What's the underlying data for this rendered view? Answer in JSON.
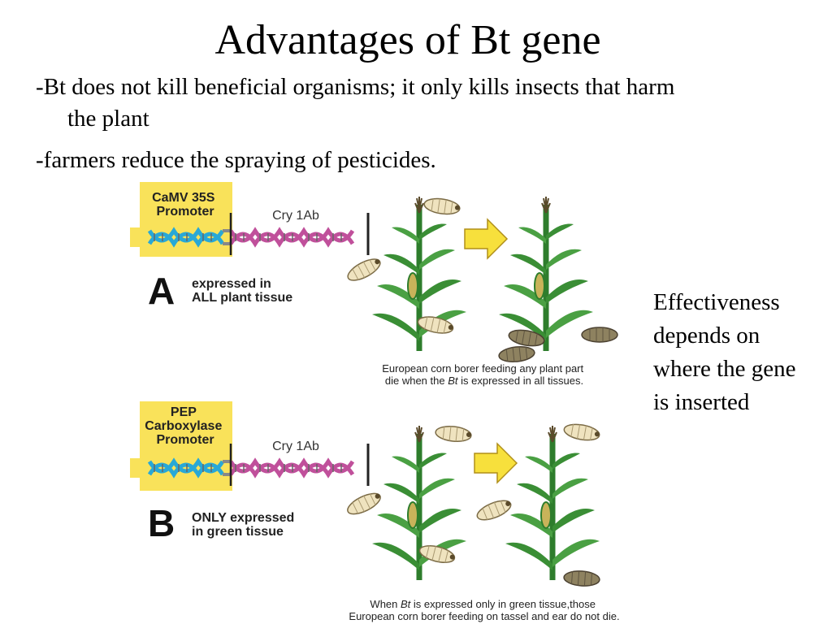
{
  "title": "Advantages of Bt gene",
  "bullets": [
    {
      "line1": "-Bt does not kill beneficial organisms; it only kills insects that harm",
      "line2": "the plant"
    },
    {
      "line1": "-farmers reduce the spraying of pesticides."
    }
  ],
  "side_note": [
    "Effectiveness",
    "depends on",
    "where the gene",
    "is inserted"
  ],
  "panels": [
    {
      "promoter_lines": [
        "CaMV 35S",
        "Promoter"
      ],
      "gene_label": "Cry 1Ab",
      "letter": "A",
      "expression_lines": [
        "expressed in",
        "ALL plant tissue"
      ],
      "caption_lines": [
        {
          "pre": "European corn borer feeding any plant part",
          "italic": "",
          "post": ""
        },
        {
          "pre": "die when the ",
          "italic": "Bt",
          "post": " is expressed in all tissues."
        }
      ]
    },
    {
      "promoter_lines": [
        "PEP",
        "Carboxylase",
        "Promoter"
      ],
      "gene_label": "Cry 1Ab",
      "letter": "B",
      "expression_lines": [
        "ONLY expressed",
        "in green tissue"
      ],
      "caption_lines": [
        {
          "pre": "When ",
          "italic": "Bt",
          "post": " is expressed only in green tissue,those"
        },
        {
          "pre": "European corn borer feeding on tassel and ear do not die.",
          "italic": "",
          "post": ""
        }
      ]
    }
  ],
  "colors": {
    "promoter_box": "#f9e25a",
    "strand_blue": "#29a8d6",
    "strand_pink": "#c0509b",
    "plant_green": "#3a8e35",
    "arrow_yellow": "#f7e03c",
    "larva_live": "#efe3bf",
    "larva_dead": "#8e8260"
  }
}
